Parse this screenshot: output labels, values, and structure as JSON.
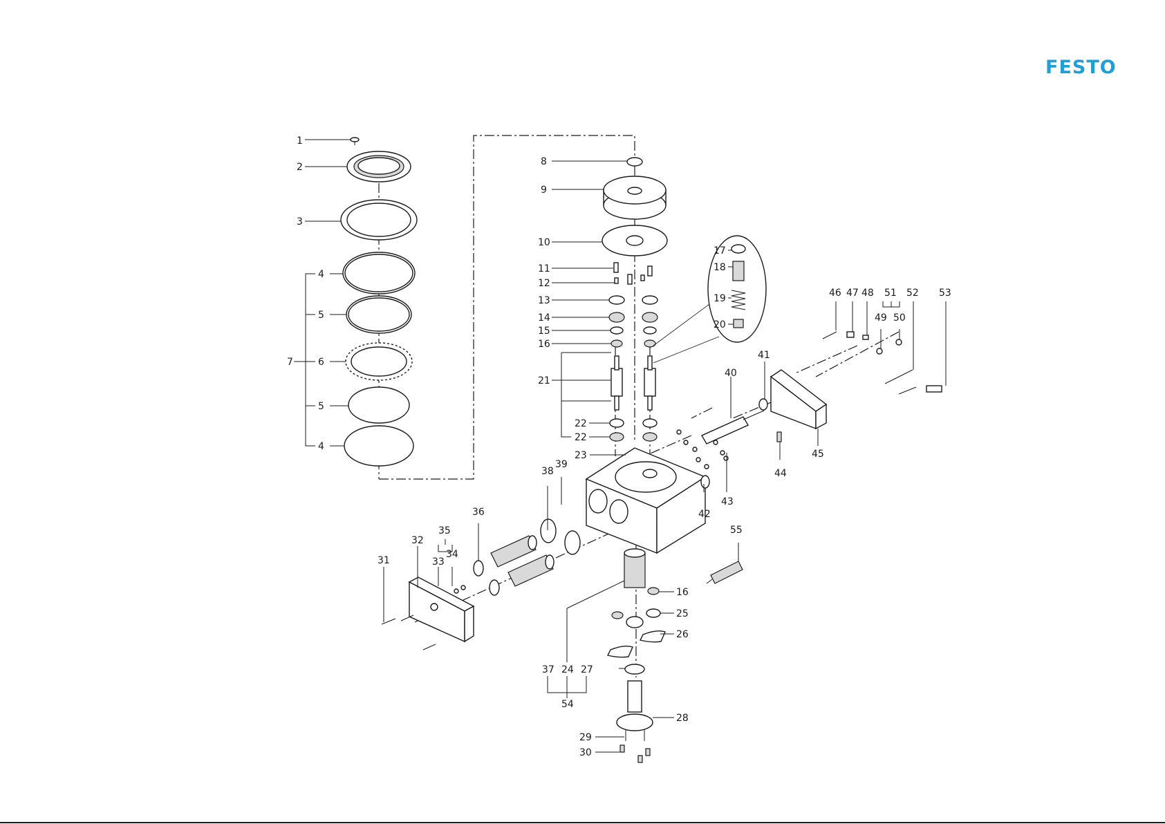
{
  "brand": {
    "logo_text": "FESTO",
    "logo_color": "#1e9fd8"
  },
  "callouts": {
    "c1": "1",
    "c2": "2",
    "c3": "3",
    "c4a": "4",
    "c5a": "5",
    "c6": "6",
    "c7": "7",
    "c5b": "5",
    "c4b": "4",
    "c8": "8",
    "c9": "9",
    "c10": "10",
    "c11": "11",
    "c12": "12",
    "c13": "13",
    "c14": "14",
    "c15": "15",
    "c16a": "16",
    "c17": "17",
    "c18": "18",
    "c19": "19",
    "c20": "20",
    "c21": "21",
    "c22a": "22",
    "c22b": "22",
    "c23": "23",
    "c24": "24",
    "c25": "25",
    "c26": "26",
    "c27": "27",
    "c28": "28",
    "c29": "29",
    "c30": "30",
    "c31": "31",
    "c32": "32",
    "c33": "33",
    "c34": "34",
    "c35": "35",
    "c36": "36",
    "c37": "37",
    "c38": "38",
    "c39": "39",
    "c40": "40",
    "c41": "41",
    "c42": "42",
    "c43": "43",
    "c44": "44",
    "c45": "45",
    "c46": "46",
    "c47": "47",
    "c48": "48",
    "c49": "49",
    "c50": "50",
    "c51": "51",
    "c52": "52",
    "c53": "53",
    "c54": "54",
    "c55": "55",
    "c16b": "16"
  }
}
